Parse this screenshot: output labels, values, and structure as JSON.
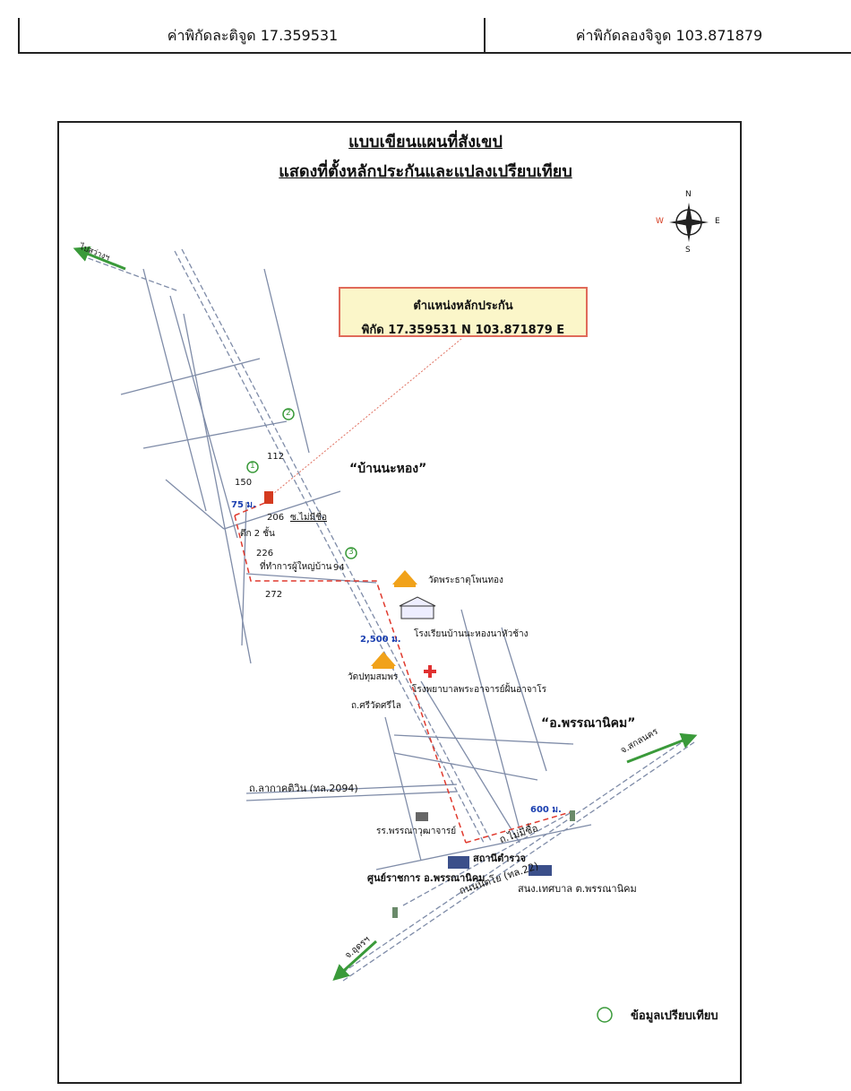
{
  "header": {
    "latitude_label": "ค่าพิกัดละติจูด 17.359531",
    "longitude_label": "ค่าพิกัดลองจิจูด 103.871879"
  },
  "map": {
    "title_line1": "แบบเขียนแผนที่สังเขป",
    "title_line2": "แสดงที่ตั้งหลักประกันและแปลงเปรียบเทียบ",
    "collateral_box": {
      "title": "ตำแหน่งหลักประกัน",
      "coordinates": "พิกัด 17.359531 N 103.871879 E"
    },
    "village_label": "“บ้านนะหอง”",
    "district_label": "“อ.พรรณานิคม”",
    "compass": {
      "north": "N",
      "south": "S",
      "east": "E",
      "west": "W"
    },
    "comparables": [
      "1",
      "2",
      "3"
    ],
    "roads": {
      "top_left": "ไปสว่างฯ",
      "road_2094": "ถ.ลากาคติวิน (ทล.2094)",
      "highway_22": "ถนนนิตโย (ทล.22)",
      "road_to_sakon": "จ.สกลนคร",
      "road_to_udon": "จ.อุดรฯ",
      "no_name_soi": "ซ.ไม่มีชื่อ",
      "no_name_road": "ถ.ไม่มีชื่อ",
      "wat_road": "ถ.ศรีวัดศรีไล"
    },
    "distances": {
      "d75": "75 ม.",
      "d2500": "2,500 ม.",
      "d600": "600 ม."
    },
    "house_numbers": [
      "112",
      "150",
      "206",
      "226",
      "272",
      "94"
    ],
    "places": {
      "building_2_floors": "ตึก 2 ชั้น",
      "village_head_office": "ที่ทำการผู้ใหญ่บ้าน",
      "temple_1": "วัดพระธาตุโพนทอง",
      "school": "โรงเรียนบ้านนะหองนาหัวช้าง",
      "temple_2": "วัดปทุมสมพร",
      "hospital": "โรงพยาบาลพระอาจารย์ฝั้นอาจาโร",
      "school_2": "รร.พรรณาวุฒาจารย์",
      "police": "สถานีตำรวจ",
      "govt_center": "ศูนย์ราชการ อ.พรรณานิคม",
      "municipality": "สนง.เทศบาล ต.พรรณานิคม"
    },
    "legend": {
      "label": "ข้อมูลเปรียบเทียบ"
    },
    "colors": {
      "road": "#7f8ca8",
      "route": "#e03a2e",
      "green": "#3a9a3a",
      "collateral": "#d43a1f",
      "temple": "#f1a21a"
    }
  }
}
